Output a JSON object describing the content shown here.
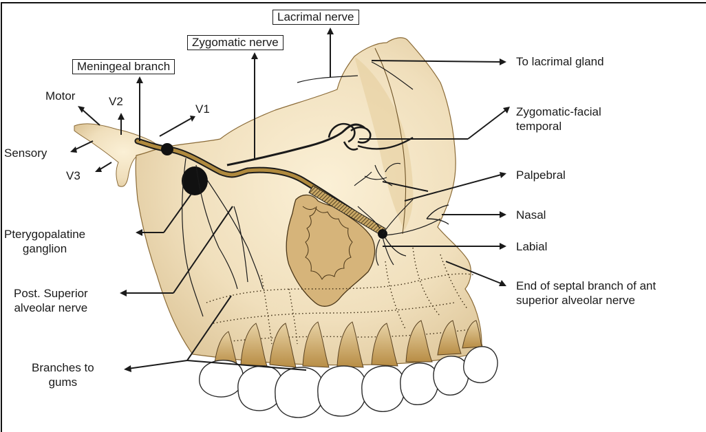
{
  "labels": {
    "lacrimal_nerve": "Lacrimal nerve",
    "zygomatic_nerve": "Zygomatic nerve",
    "meningeal_branch": "Meningeal branch",
    "motor": "Motor",
    "v2": "V2",
    "v1": "V1",
    "sensory": "Sensory",
    "v3": "V3",
    "pterygopalatine": [
      "Pterygopalatine",
      "ganglion"
    ],
    "post_superior": [
      "Post. Superior",
      "alveolar nerve"
    ],
    "branches_to_gums": [
      "Branches to",
      "gums"
    ],
    "to_lacrimal_gland": "To lacrimal gland",
    "zygomatic_facial": [
      "Zygomatic-facial",
      "temporal"
    ],
    "palpebral": "Palpebral",
    "nasal": "Nasal",
    "labial": "Labial",
    "end_of_septal": [
      "End of septal branch of ant",
      "superior alveolar nerve"
    ]
  },
  "colors": {
    "bone": "#f0dfbc",
    "bone_shade": "#d9bf8c",
    "nerve": "#1a1a1a",
    "nerve_fill": "#b08a3e",
    "tooth": "#ffffff",
    "root": "#c9a25b"
  }
}
